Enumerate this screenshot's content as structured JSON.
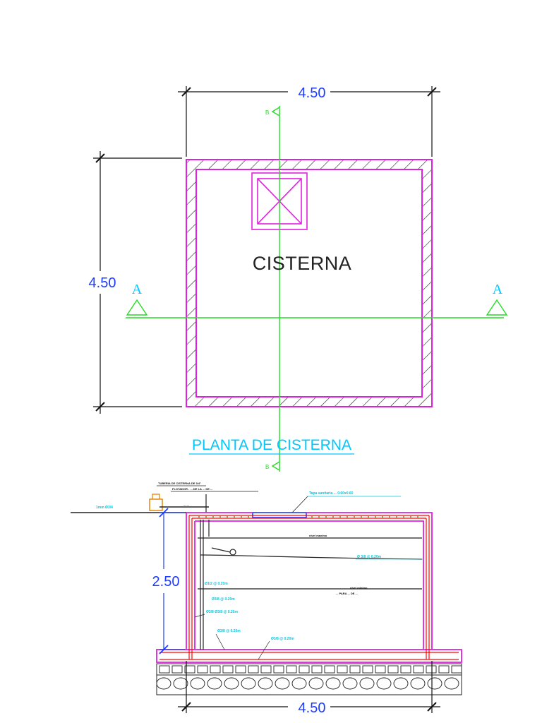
{
  "plan": {
    "dim_top": "4.50",
    "dim_left": "4.50",
    "room_label": "CISTERNA",
    "section_marker_left": "A",
    "section_marker_right": "A",
    "title": "PLANTA DE CISTERNA"
  },
  "section": {
    "dim_height": "2.50",
    "dim_bottom": "4.50",
    "notes": {
      "top_left_1": "TUBERIA DE CISTERNA DE 3/4\"",
      "top_left_2": "FLOTADOR - ... DE LA ... DE ...",
      "top_left_3": "... ...",
      "left_pipe": "1mm Ø3/4",
      "lid": "Tapa sanitaria ... 0.60x0.60",
      "nivel_maximo": "nivel maximo",
      "wall_right": "Ø 3/8 @ 0.20m",
      "nivel_minimo": "nivel minimo",
      "nivel_minimo_2": "... PARA ... DE ...",
      "bars_1": "Ø1/2 @ 0.20m",
      "bars_2": "Ø3/8 @ 0.20m",
      "bars_3": "Ø3/8 Ø3/8 @ 0.20m",
      "bars_4": "Ø3/8 @ 0.20m",
      "bars_5": "Ø3/8 @ 0.20m"
    }
  },
  "colors": {
    "wall": "#e020e0",
    "axis": "#22dd22",
    "dimension": "#1e3cff",
    "label": "#00c8ff",
    "rebar": "#ff0000"
  }
}
